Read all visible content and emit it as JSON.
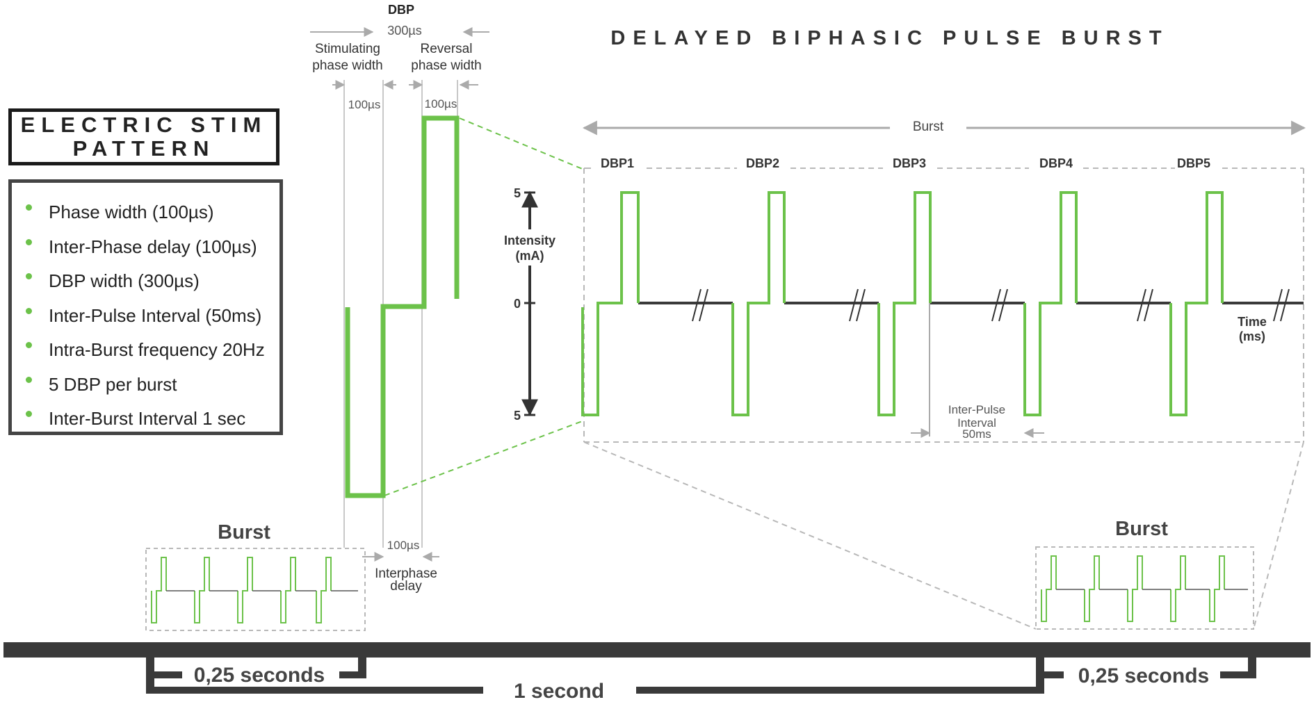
{
  "main_title": "DELAYED BIPHASIC PULSE BURST",
  "pattern_box": {
    "title_line1": "ELECTRIC STIM",
    "title_line2": "PATTERN"
  },
  "params": [
    "Phase width (100µs)",
    "Inter-Phase delay (100µs)",
    "DBP width (300µs)",
    "Inter-Pulse Interval (50ms)",
    "Intra-Burst frequency 20Hz",
    "5 DBP per burst",
    "Inter-Burst Interval 1 sec"
  ],
  "dbp_detail": {
    "label": "DBP",
    "total_width": "300µs",
    "stim_label_line1": "Stimulating",
    "stim_label_line2": "phase width",
    "rev_label_line1": "Reversal",
    "rev_label_line2": "phase width",
    "stim_width": "100µs",
    "rev_width": "100µs",
    "interphase_width": "100µs",
    "interphase_line1": "Interphase",
    "interphase_line2": "delay"
  },
  "waveform": {
    "burst_label": "Burst",
    "pulse_labels": [
      "DBP1",
      "DBP2",
      "DBP3",
      "DBP4",
      "DBP5"
    ],
    "y_axis_title_line1": "Intensity",
    "y_axis_title_line2": "(mA)",
    "y_ticks": [
      "5",
      "0",
      "5"
    ],
    "x_axis_title_line1": "Time",
    "x_axis_title_line2": "(ms)",
    "ipi_line1": "Inter-Pulse",
    "ipi_line2": "Interval",
    "ipi_line3": "50ms"
  },
  "timeline": {
    "left_burst_label": "Burst",
    "right_burst_label": "Burst",
    "left_duration": "0,25 seconds",
    "right_duration": "0,25 seconds",
    "total_duration": "1 second"
  },
  "colors": {
    "pulse_green": "#6cc24a",
    "dark_line": "#3a3a3a",
    "guide_gray": "#aaaaaa",
    "dash_gray": "#b8b8b8"
  }
}
